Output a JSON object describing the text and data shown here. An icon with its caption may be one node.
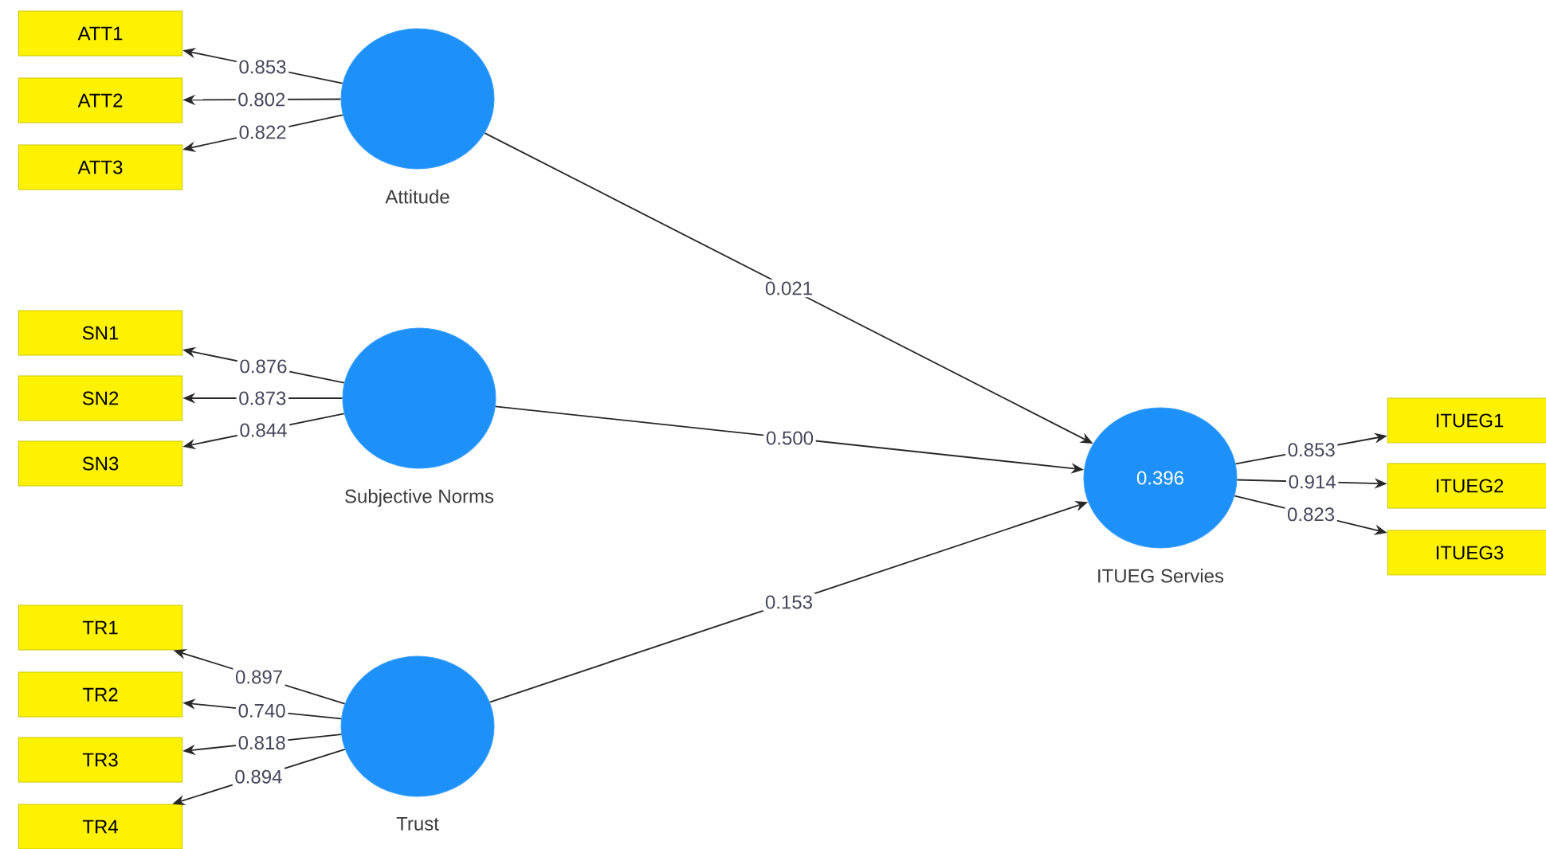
{
  "diagram": {
    "nodes": [
      {
        "text": [
          "ATT1"
        ]
      },
      {
        "text": [
          "ATT2"
        ]
      },
      {
        "text": [
          "ATT3"
        ]
      },
      {
        "text": [],
        "shape": "circle",
        "beside": [
          "Attitude"
        ]
      },
      {
        "text": [
          "SN1"
        ]
      },
      {
        "text": [
          "SN2"
        ]
      },
      {
        "text": [
          "SN3"
        ]
      },
      {
        "text": [],
        "shape": "circle",
        "beside": [
          "Subjective Norms"
        ]
      },
      {
        "text": [
          "TR1"
        ]
      },
      {
        "text": [
          "TR2"
        ]
      },
      {
        "text": [
          "TR3"
        ]
      },
      {
        "text": [
          "TR4"
        ]
      },
      {
        "text": [],
        "shape": "circle",
        "beside": [
          "Trust"
        ]
      },
      {
        "text": [
          "0.396"
        ],
        "beside": [
          "ITUEG Servies"
        ]
      },
      {
        "text": [
          "ITUEG1"
        ]
      },
      {
        "text": [
          "ITUEG2"
        ]
      },
      {
        "text": [
          "ITUEG3"
        ]
      }
    ],
    "edges": [
      {
        "from": 3,
        "to": 0,
        "arrow": "to",
        "label": "0.853"
      },
      {
        "from": 3,
        "to": 1,
        "arrow": "to",
        "label": "0.802"
      },
      {
        "from": 3,
        "to": 2,
        "arrow": "to",
        "label": "0.822"
      },
      {
        "from": 7,
        "to": 4,
        "arrow": "to",
        "label": "0.876"
      },
      {
        "from": 7,
        "to": 5,
        "arrow": "to",
        "label": "0.873"
      },
      {
        "from": 7,
        "to": 6,
        "arrow": "to",
        "label": "0.844"
      },
      {
        "from": 12,
        "to": 8,
        "arrow": "to",
        "label": "0.897"
      },
      {
        "from": 12,
        "to": 9,
        "arrow": "to",
        "label": "0.740"
      },
      {
        "from": 12,
        "to": 10,
        "arrow": "to",
        "label": "0.818"
      },
      {
        "from": 12,
        "to": 11,
        "arrow": "to",
        "label": "0.894"
      },
      {
        "from": 3,
        "to": 13,
        "arrow": "to",
        "label": "0.021"
      },
      {
        "from": 7,
        "to": 13,
        "arrow": "to",
        "label": "0.500"
      },
      {
        "from": 12,
        "to": 13,
        "arrow": "to",
        "label": "0.153"
      },
      {
        "from": 13,
        "to": 14,
        "arrow": "to",
        "label": "0.853"
      },
      {
        "from": 13,
        "to": 15,
        "arrow": "to",
        "label": "0.914"
      },
      {
        "from": 13,
        "to": 16,
        "arrow": "to",
        "label": "0.823"
      }
    ]
  }
}
